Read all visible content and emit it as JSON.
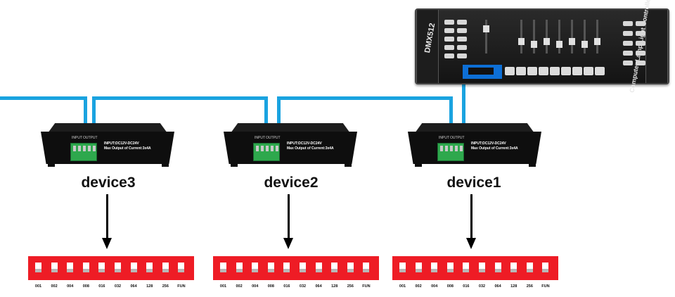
{
  "controller": {
    "brand": "DMX512",
    "side_text": "Computer Lamp Light Controller"
  },
  "device_spec": {
    "input_label": "INPUT",
    "output_label": "OUTPUT",
    "line1": "INPUT:DC12V-DC24V",
    "line2": "Max Output of Current:3x4A"
  },
  "devices": [
    {
      "label": "device3"
    },
    {
      "label": "device2"
    },
    {
      "label": "device1"
    }
  ],
  "dip_labels": [
    "001",
    "002",
    "004",
    "008",
    "016",
    "032",
    "064",
    "128",
    "256",
    "FUN"
  ],
  "colors": {
    "cable": "#1aa3e0",
    "dip_body": "#ee1c25",
    "terminal": "#2ea84d"
  }
}
